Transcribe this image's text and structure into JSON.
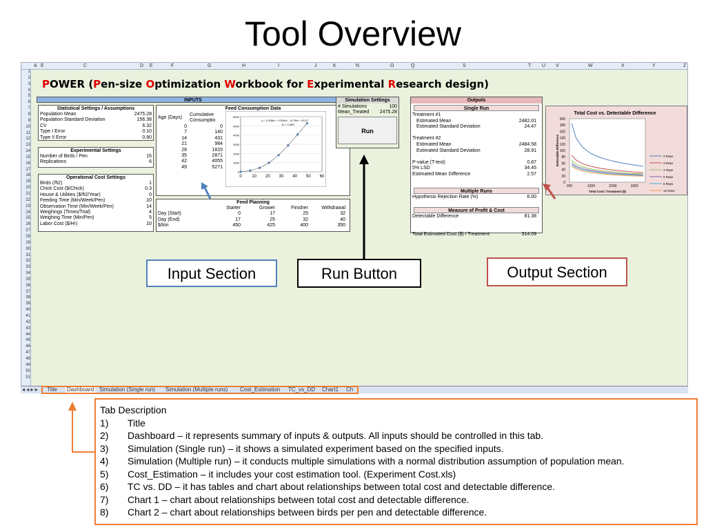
{
  "slide": {
    "title": "Tool Overview"
  },
  "sheet": {
    "columns": [
      "A",
      "E",
      "C",
      "D",
      "E",
      "F",
      "G",
      "H",
      "I",
      "J",
      "K",
      "N",
      "O",
      "Q",
      "S",
      "T",
      "U",
      "V",
      "W",
      "X",
      "Y",
      "Z"
    ],
    "rows": [
      "1",
      "2",
      "3",
      "4",
      "5",
      "6",
      "7",
      "8",
      "9",
      "10",
      "11",
      "12",
      "13",
      "14",
      "15",
      "16",
      "17",
      "18",
      "19",
      "20",
      "21",
      "22",
      "23",
      "24",
      "25",
      "26",
      "27",
      "28",
      "29",
      "30",
      "31",
      "32",
      "33",
      "34",
      "35",
      "36",
      "37",
      "38",
      "39",
      "40",
      "41",
      "42",
      "43",
      "44",
      "45",
      "46",
      "47",
      "48",
      "49",
      "50",
      "51"
    ],
    "workbook_title": {
      "p1": "P",
      "t1": "OWER (",
      "p2": "P",
      "t2": "en-size ",
      "p3": "O",
      "t3": "ptimization ",
      "p4": "W",
      "t4": "orkbook for ",
      "p5": "E",
      "t5": "xperimental ",
      "p6": "R",
      "t6": "esearch design)"
    },
    "inputs": {
      "header": "INPUTS",
      "stat_header": "Statistical Settings / Assumptions",
      "stat_rows": [
        {
          "label": "Population Mean",
          "value": "2475.28"
        },
        {
          "label": "Population Standard Deviation",
          "value": "156.38"
        },
        {
          "label": "CV",
          "value": "6.32"
        },
        {
          "label": "Type I Error",
          "value": "0.10"
        },
        {
          "label": "Type II Error",
          "value": "0.90"
        }
      ],
      "exp_header": "Experimental Settings",
      "exp_rows": [
        {
          "label": "Number of Birds / Pen",
          "value": "15"
        },
        {
          "label": "Replications",
          "value": "6"
        }
      ],
      "cost_header": "Operational Cost Settings",
      "cost_rows": [
        {
          "label": "Birds (/ft2)",
          "value": "1"
        },
        {
          "label": "Chick Cost ($/Chick)",
          "value": "0.3"
        },
        {
          "label": "House & Utilities ($/ft2/Year)",
          "value": "0"
        },
        {
          "label": "Feeding Time (Min/Week/Pen)",
          "value": "10"
        },
        {
          "label": "Observation Time (Min/Week/Pen)",
          "value": "14"
        },
        {
          "label": "Weighings (Times/Trial)",
          "value": "4"
        },
        {
          "label": "Weighing Time (Min/Pen)",
          "value": "5"
        },
        {
          "label": "Labor Cost ($/Hr)",
          "value": "10"
        }
      ],
      "feed_header": "Feed Consumption Data",
      "feed_col1": "Age (Days)",
      "feed_col2": "Cumulative Consumptio",
      "feed_rows": [
        {
          "age": "0",
          "cum": "0"
        },
        {
          "age": "7",
          "cum": "140"
        },
        {
          "age": "14",
          "cum": "431"
        },
        {
          "age": "21",
          "cum": "984"
        },
        {
          "age": "28",
          "cum": "1815"
        },
        {
          "age": "35",
          "cum": "2871"
        },
        {
          "age": "42",
          "cum": "4055"
        },
        {
          "age": "49",
          "cum": "5271"
        }
      ],
      "feed_chart": {
        "equation": "y = -0.0186x³ + 3.3064x² - 14.756x + 29.227",
        "r2": "R² = 0.9997",
        "x_ticks": [
          "0",
          "10",
          "20",
          "30",
          "40",
          "50",
          "60"
        ],
        "y_ticks": [
          "0",
          "1000",
          "2000",
          "3000",
          "4000",
          "5000",
          "6000"
        ]
      },
      "plan_header": "Feed Planning",
      "plan_cols": [
        "Starter",
        "Grower",
        "Finisher",
        "Withdrawal"
      ],
      "plan_rows": [
        {
          "label": "Day (Start)",
          "v": [
            "0",
            "17",
            "25",
            "32"
          ]
        },
        {
          "label": "Day (End)",
          "v": [
            "17",
            "25",
            "32",
            "40"
          ]
        },
        {
          "label": "$/ton",
          "v": [
            "450",
            "425",
            "400",
            "350"
          ]
        }
      ]
    },
    "sim": {
      "header": "Simulation Settings",
      "rows": [
        {
          "label": "# Simulations",
          "value": "100"
        },
        {
          "label": "Mean_Treated",
          "value": "2475.28"
        }
      ],
      "run_label": "Run"
    },
    "outputs": {
      "header": "Outputs",
      "single_header": "Single Run",
      "t1_label": "Treatment #1",
      "t1_rows": [
        {
          "label": "Estimated Mean",
          "value": "2482.01"
        },
        {
          "label": "Estimated Standard Deviation",
          "value": "24.47"
        }
      ],
      "t2_label": "Treatment #2",
      "t2_rows": [
        {
          "label": "Estimated Mean",
          "value": "2484.58"
        },
        {
          "label": "Estimated Standard Deviation",
          "value": "28.91"
        }
      ],
      "stat_rows": [
        {
          "label": "P-value (T-test)",
          "value": "0.87"
        },
        {
          "label": "5% LSD",
          "value": "34.45"
        },
        {
          "label": "Estimated Mean Difference",
          "value": "2.57"
        }
      ],
      "multi_header": "Multiple Runs",
      "multi_rows": [
        {
          "label": "Hypothesis Rejection Rate (%)",
          "value": "6.00"
        }
      ],
      "profit_header": "Measure of Profit & Cost",
      "profit_rows": [
        {
          "label": "Detectable Difference",
          "value": "81.38"
        },
        {
          "label": "Total Estimated Cost ($) / Treatment",
          "value": "314.09"
        }
      ]
    },
    "tabs": [
      "Title",
      "Dashboard",
      "Simulation (Single run)",
      "Simulation (Multiple runs)",
      "Cost_Estimation",
      "TC_vs_DD",
      "Chart1",
      "Ch"
    ]
  },
  "chart_data": {
    "type": "line",
    "title": "Total Cost vs. Detectable Difference",
    "xlabel": "Total Cost / Treatment ($)",
    "ylabel": "Detectable Difference",
    "x_ticks": [
      "200",
      "1200",
      "2200",
      "3200"
    ],
    "y_ticks": [
      "0",
      "20",
      "40",
      "60",
      "80",
      "100",
      "120",
      "140",
      "160",
      "180",
      "200"
    ],
    "xlim": [
      200,
      3700
    ],
    "ylim": [
      0,
      200
    ],
    "legend_position": "right",
    "series": [
      {
        "name": "2 Reps",
        "color": "#4f81bd",
        "x": [
          300,
          500,
          800,
          1200,
          1600,
          2000,
          2500,
          3000,
          3600
        ],
        "values": [
          185,
          140,
          110,
          90,
          78,
          70,
          62,
          56,
          50
        ]
      },
      {
        "name": "3 Reps",
        "color": "#c0504d",
        "x": [
          300,
          500,
          800,
          1200,
          1600,
          2000,
          2500,
          3000,
          3600
        ],
        "values": [
          85,
          70,
          58,
          50,
          44,
          40,
          36,
          33,
          30
        ]
      },
      {
        "name": "4 Reps",
        "color": "#9bbb59",
        "x": [
          300,
          500,
          800,
          1200,
          1600,
          2000,
          2500,
          3000,
          3600
        ],
        "values": [
          68,
          57,
          48,
          42,
          37,
          34,
          31,
          28,
          26
        ]
      },
      {
        "name": "5 Reps",
        "color": "#8064a2",
        "x": [
          300,
          500,
          800,
          1200,
          1600,
          2000,
          2500,
          3000,
          3600
        ],
        "values": [
          60,
          50,
          43,
          37,
          33,
          30,
          27,
          25,
          23
        ]
      },
      {
        "name": "6 Reps",
        "color": "#4bacc6",
        "x": [
          300,
          500,
          800,
          1200,
          1600,
          2000,
          2500,
          3000,
          3600
        ],
        "values": [
          55,
          46,
          39,
          34,
          30,
          27,
          25,
          23,
          21
        ]
      },
      {
        "name": "12 Reps",
        "color": "#f79646",
        "x": [
          300,
          500,
          800,
          1200,
          1600,
          2000,
          2500,
          3000,
          3600
        ],
        "values": [
          50,
          42,
          35,
          30,
          27,
          24,
          22,
          20,
          19
        ]
      }
    ]
  },
  "callouts": {
    "input": "Input Section",
    "run": "Run Button",
    "output": "Output Section"
  },
  "description": {
    "title": "Tab Description",
    "items": [
      {
        "n": "1)",
        "text": "Title"
      },
      {
        "n": "2)",
        "text": "Dashboard – it represents summary of inputs & outputs. All inputs should be controlled in this tab."
      },
      {
        "n": "3)",
        "text": "Simulation (Single run) – it shows a simulated experiment based on the specified inputs."
      },
      {
        "n": "4)",
        "text": "Simulation (Multiple run) – it conducts multiple simulations with a normal distribution assumption of population mean."
      },
      {
        "n": "5)",
        "text": "Cost_Estimation – it includes your cost estimation tool. (Experiment Cost.xls)"
      },
      {
        "n": "6)",
        "text": "TC vs. DD – it has tables and chart about relationships between total cost and detectable difference."
      },
      {
        "n": "7)",
        "text": "Chart 1 – chart about relationships between total cost and detectable difference."
      },
      {
        "n": "8)",
        "text": "Chart 2 – chart about relationships between birds per pen and detectable difference."
      }
    ]
  }
}
